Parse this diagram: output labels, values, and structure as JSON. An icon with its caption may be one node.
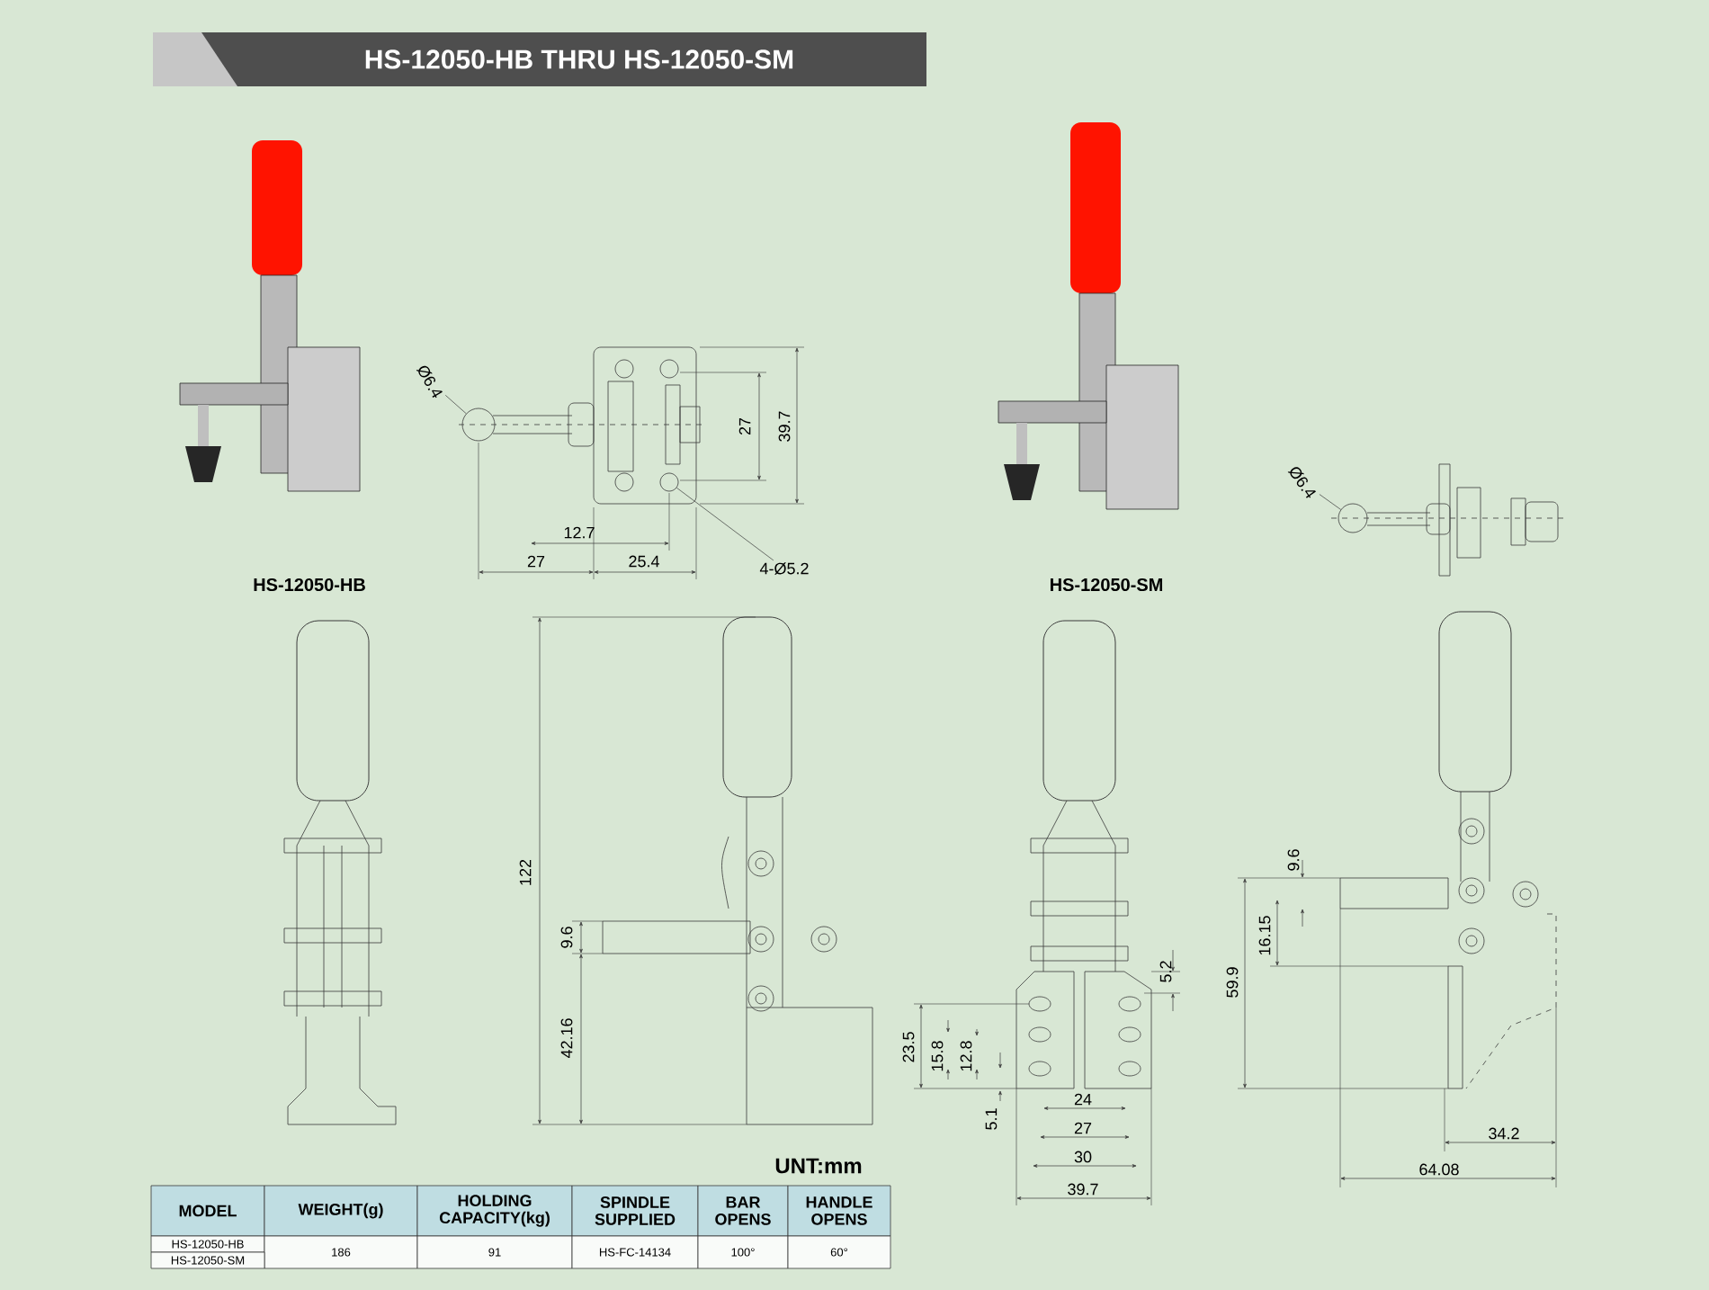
{
  "diagram": {
    "title": "HS-12050-HB THRU HS-12050-SM",
    "nodes": [
      {
        "text": [
          "Ø6.4"
        ]
      },
      {
        "text": [],
        "shape": "circle"
      },
      {
        "text": [
          "4-Ø5.2"
        ]
      },
      {
        "text": [],
        "shape": "circle"
      },
      {
        "text": [
          "Ø6.4"
        ]
      },
      {
        "text": [],
        "shape": "circle"
      }
    ],
    "edges": [
      {
        "from": 0,
        "to": 1,
        "arrow": "none"
      },
      {
        "from": 2,
        "to": 3,
        "arrow": "none"
      },
      {
        "from": 4,
        "to": 5,
        "arrow": "none"
      }
    ],
    "labels": [
      "HS-12050-HB",
      "HS-12050-SM",
      "27",
      "39.7",
      "12.7",
      "27",
      "25.4",
      "122",
      "9.6",
      "42.16",
      "5.2",
      "23.5",
      "15.8",
      "12.8",
      "5.1",
      "24",
      "27",
      "30",
      "39.7",
      "9.6",
      "16.15",
      "59.9",
      "34.2",
      "UNT:mm",
      "64.08",
      "MODEL",
      "WEIGHT(g)",
      "HOLDING CAPACITY(kg)",
      "SPINDLE SUPPLIED",
      "BAR OPENS",
      "HANDLE OPENS",
      "HS-12050-HB",
      "186",
      "91",
      "HS-FC-14134",
      "100°",
      "60°",
      "HS-12050-SM"
    ]
  }
}
